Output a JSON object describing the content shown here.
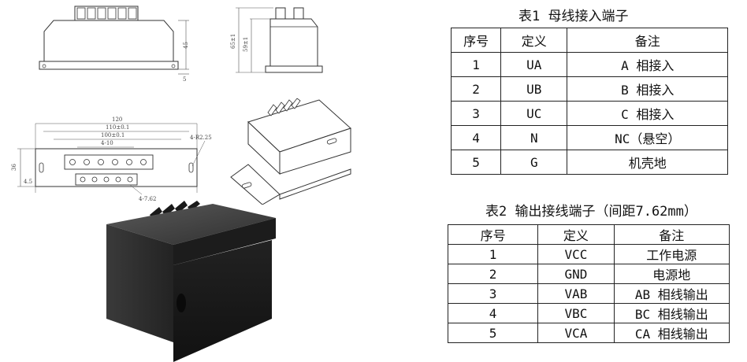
{
  "drawings": {
    "top_left": {
      "dims": [
        "45",
        "5"
      ]
    },
    "top_side": {
      "dims": [
        "65±1",
        "59±1"
      ]
    },
    "front": {
      "dims": [
        "120",
        "110±0.1",
        "100±0.1",
        "4-10",
        "36",
        "4.5",
        "4-R2.25",
        "4-7.62"
      ]
    }
  },
  "table1": {
    "caption": "表1 母线接入端子",
    "headers": [
      "序号",
      "定义",
      "备注"
    ],
    "rows": [
      [
        "1",
        "UA",
        "A 相接入"
      ],
      [
        "2",
        "UB",
        "B 相接入"
      ],
      [
        "3",
        "UC",
        "C 相接入"
      ],
      [
        "4",
        "N",
        "NC（悬空）"
      ],
      [
        "5",
        "G",
        "机壳地"
      ]
    ]
  },
  "table2": {
    "caption": "表2 输出接线端子（间距7.62mm）",
    "headers": [
      "序号",
      "定义",
      "备注"
    ],
    "rows": [
      [
        "1",
        "VCC",
        "工作电源"
      ],
      [
        "2",
        "GND",
        "电源地"
      ],
      [
        "3",
        "VAB",
        "AB 相线输出"
      ],
      [
        "4",
        "VBC",
        "BC 相线输出"
      ],
      [
        "5",
        "VCA",
        "CA 相线输出"
      ]
    ]
  }
}
